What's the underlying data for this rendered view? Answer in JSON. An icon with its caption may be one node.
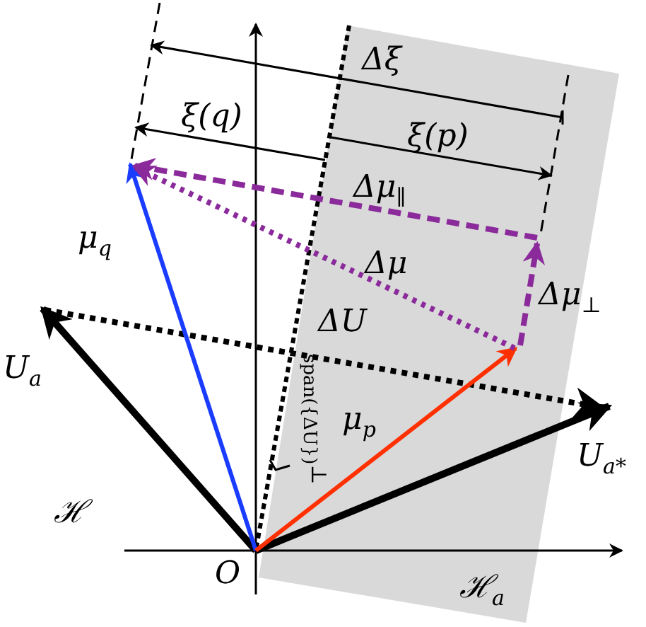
{
  "diagram": {
    "nodes": [
      {
        "text": [
          "ℋ$_{a}$"
        ]
      }
    ],
    "labels": [
      "Δξ",
      "ξ(q)",
      "ξ(p)",
      "Δμ$_{∥}$",
      "μ$_{q}$",
      "Δμ",
      "Δμ$_{⊥}$",
      "ΔU",
      "U$_{a}$",
      "span({ΔU})$^{⊥}$",
      "μ$_{p}$",
      "U$_{a*}$",
      "ℋ",
      "O"
    ]
  }
}
